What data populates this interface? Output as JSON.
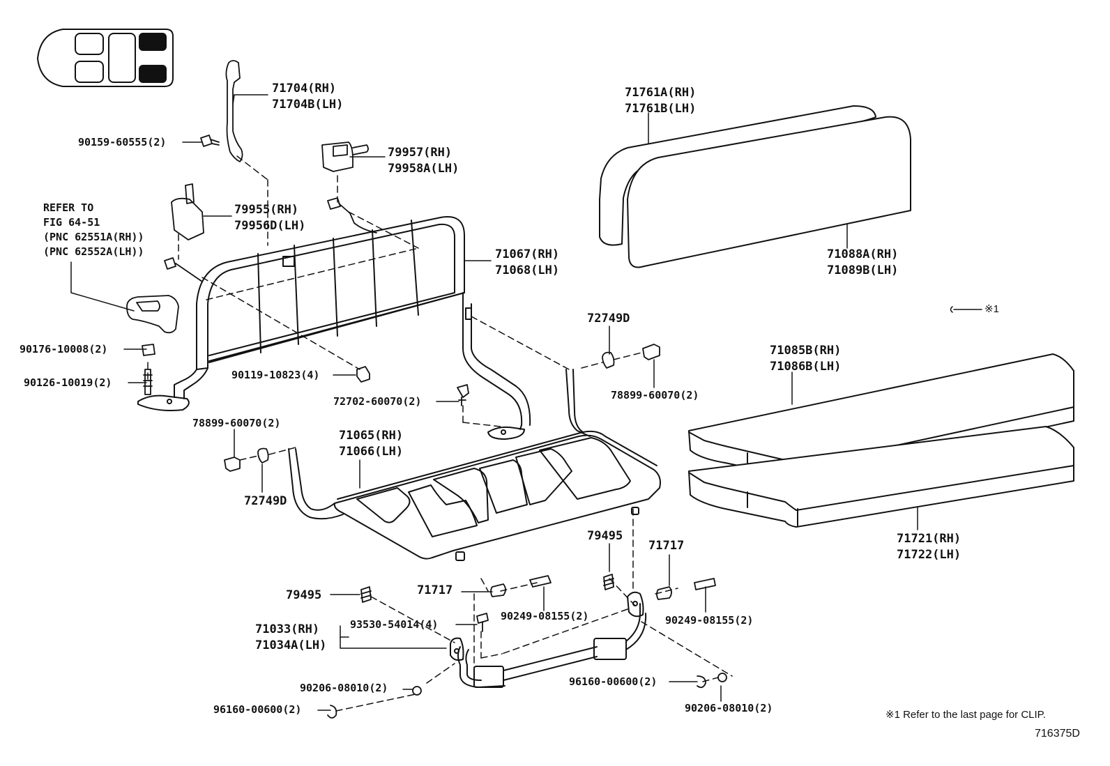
{
  "labels": {
    "p71704": [
      "71704(RH)",
      "71704B(LH)"
    ],
    "p90159": "90159-60555(2)",
    "p79957": [
      "79957(RH)",
      "79958A(LH)"
    ],
    "p79955": [
      "79955(RH)",
      "79956D(LH)"
    ],
    "refer": [
      "REFER TO",
      "FIG 64-51",
      "(PNC 62551A(RH))",
      "(PNC 62552A(LH))"
    ],
    "p71761": [
      "71761A(RH)",
      "71761B(LH)"
    ],
    "p71088": [
      "71088A(RH)",
      "71089B(LH)"
    ],
    "p71067": [
      "71067(RH)",
      "71068(LH)"
    ],
    "clip_marker": "※1",
    "p72749_top": "72749D",
    "p90176": "90176-10008(2)",
    "p90126": "90126-10019(2)",
    "p90119": "90119-10823(4)",
    "p71085": [
      "71085B(RH)",
      "71086B(LH)"
    ],
    "p72702": "72702-60070(2)",
    "p78899_right": "78899-60070(2)",
    "p78899_left": "78899-60070(2)",
    "p71065": [
      "71065(RH)",
      "71066(LH)"
    ],
    "p72749_bottom": "72749D",
    "p79495_right": "79495",
    "p71717_right": "71717",
    "p71721": [
      "71721(RH)",
      "71722(LH)"
    ],
    "p79495_left": "79495",
    "p71717_left": "71717",
    "p90249_left": "90249-08155(2)",
    "p90249_right": "90249-08155(2)",
    "p71033": [
      "71033(RH)",
      "71034A(LH)"
    ],
    "p93530": "93530-54014(4)",
    "p96160_right": "96160-00600(2)",
    "p90206_left": "90206-08010(2)",
    "p96160_left": "96160-00600(2)",
    "p90206_right": "90206-08010(2)"
  },
  "footnote": "※1 Refer to the last page for CLIP.",
  "figure_code": "716375D"
}
